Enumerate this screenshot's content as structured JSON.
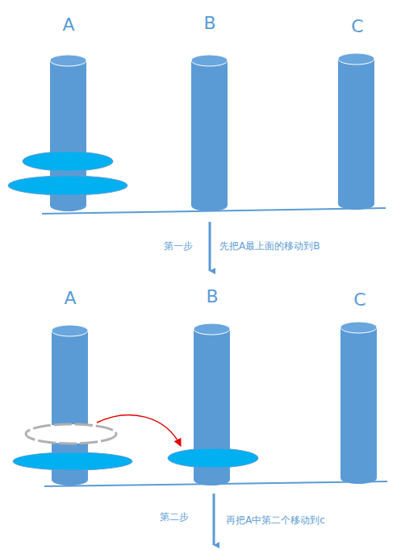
{
  "diagram": {
    "labels": [
      "A",
      "B",
      "C",
      "第一步",
      "先把A最上面的移动到B",
      "A",
      "B",
      "C",
      "第二步",
      "再把A中第二个移动到c"
    ]
  }
}
